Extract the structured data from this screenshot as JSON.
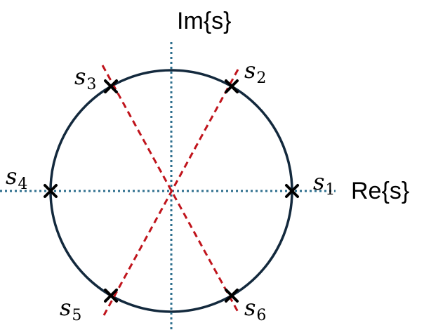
{
  "axes": {
    "real_label": "Re{s}",
    "imag_label": "Im{s}"
  },
  "poles": [
    {
      "id": "s1",
      "base": "s",
      "sub": "1",
      "angle_deg": 0
    },
    {
      "id": "s2",
      "base": "s",
      "sub": "2",
      "angle_deg": 60
    },
    {
      "id": "s3",
      "base": "s",
      "sub": "3",
      "angle_deg": 120
    },
    {
      "id": "s4",
      "base": "s",
      "sub": "4",
      "angle_deg": 180
    },
    {
      "id": "s5",
      "base": "s",
      "sub": "5",
      "angle_deg": 240
    },
    {
      "id": "s6",
      "base": "s",
      "sub": "6",
      "angle_deg": 300
    }
  ],
  "colors": {
    "circle": "#13293d",
    "axis": "#2e6f8e",
    "radial": "#c0141c",
    "pole_marker": "#000000",
    "background": "#ffffff"
  }
}
